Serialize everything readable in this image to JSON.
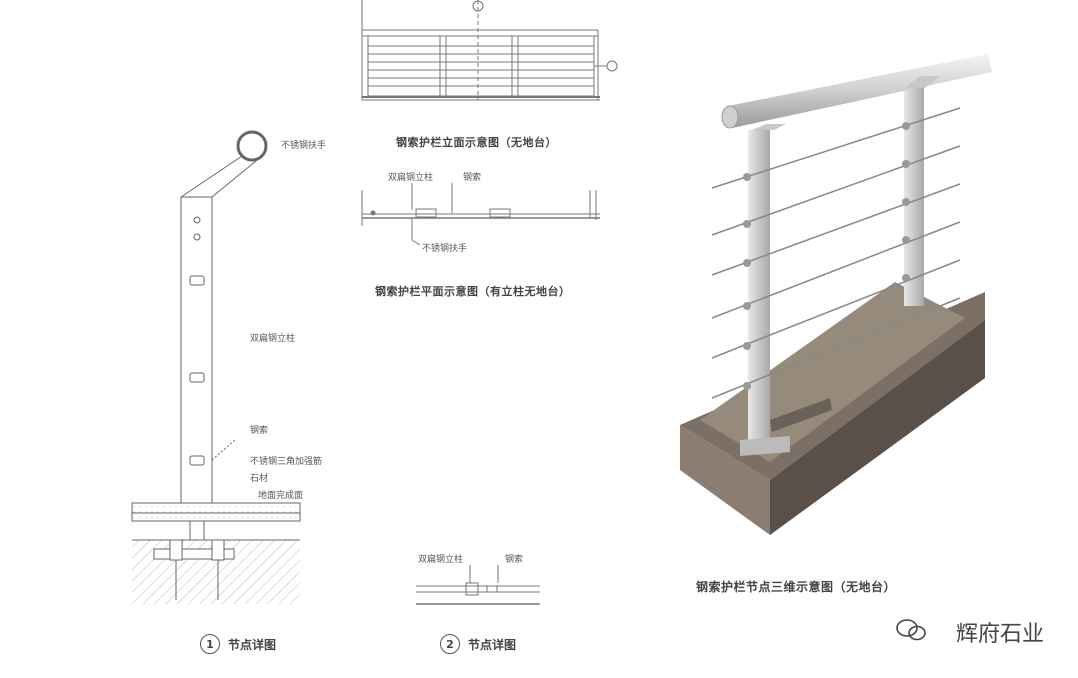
{
  "detail1": {
    "handrail": "不锈钢扶手",
    "post": "双扁钢立柱",
    "cable": "钢索",
    "rib": "不锈钢三角加强筋",
    "stone": "石材",
    "floor": "地面完成面",
    "caption_num": "1",
    "caption": "节点详图"
  },
  "elevation": {
    "caption": "钢索护栏立面示意图（无地台）"
  },
  "plan": {
    "post": "双扁钢立柱",
    "cable": "钢索",
    "handrail": "不锈钢扶手",
    "caption": "钢索护栏平面示意图（有立柱无地台）"
  },
  "detail2": {
    "post": "双扁钢立柱",
    "cable": "钢索",
    "caption_num": "2",
    "caption": "节点详图"
  },
  "render3d": {
    "caption": "钢索护栏节点三维示意图（无地台）"
  },
  "watermark": {
    "text": "辉府石业",
    "icon": "wechat-icon"
  }
}
